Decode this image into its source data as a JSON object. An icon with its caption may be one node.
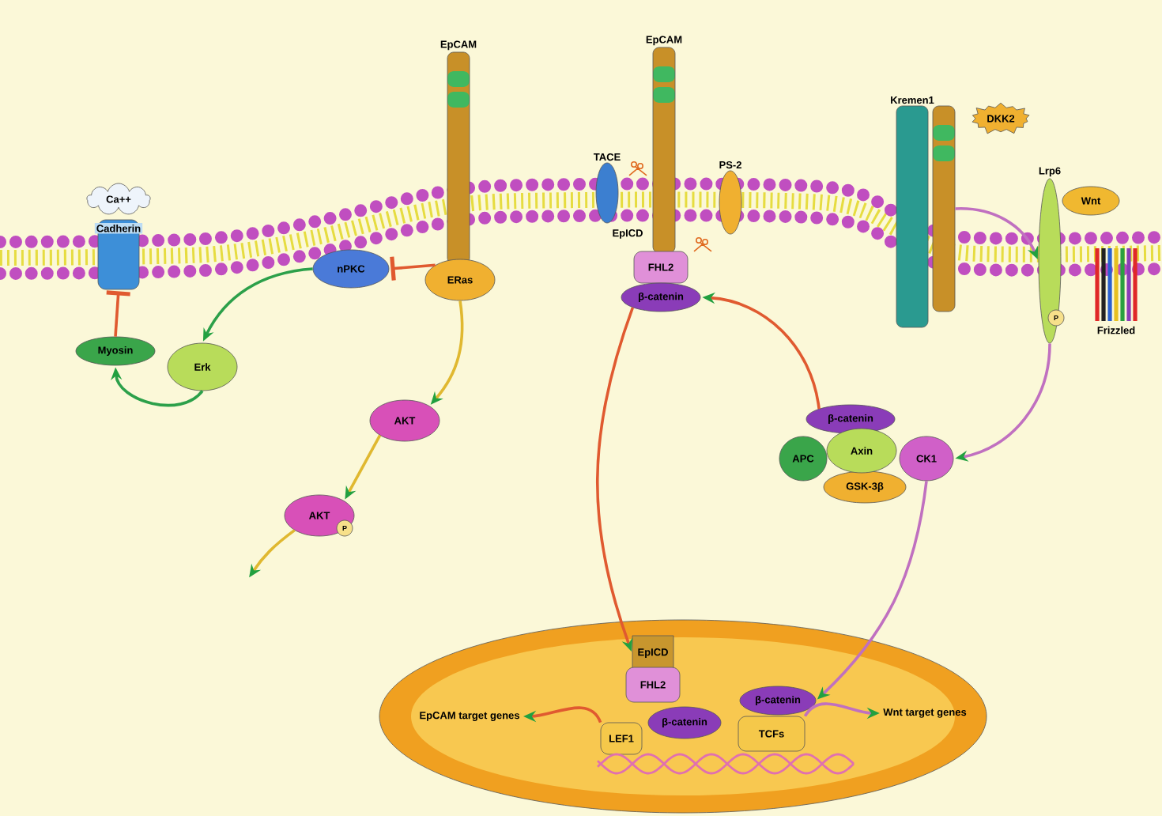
{
  "diagram": {
    "nodes": [
      {
        "text": [
          "Ca++"
        ]
      },
      {
        "text": [
          "Cadherin"
        ]
      },
      {
        "text": [
          "Myosin"
        ]
      },
      {
        "text": [
          "Erk"
        ]
      },
      {
        "text": [
          "nPKC"
        ]
      },
      {
        "text": [
          "EpCAM"
        ]
      },
      {
        "text": [
          "ERas"
        ]
      },
      {
        "text": [
          "AKT"
        ]
      },
      {
        "text": [
          "AKT"
        ]
      },
      {
        "text": [
          "P"
        ],
        "in": 8
      },
      {
        "text": [
          "TACE"
        ]
      },
      {
        "text": [
          "EpCAM"
        ]
      },
      {
        "text": [
          "PS-2"
        ]
      },
      {
        "text": [
          "FHL2"
        ]
      },
      {
        "text": [
          "β-catenin"
        ]
      },
      {
        "text": [
          "Kremen1"
        ]
      },
      {
        "text": [],
        "shape": "bar"
      },
      {
        "text": [
          "DKK2"
        ]
      },
      {
        "text": [
          "Lrp6"
        ]
      },
      {
        "text": [
          "Wnt"
        ]
      },
      {
        "text": [
          "Frizzled"
        ]
      },
      {
        "text": [
          "P"
        ]
      },
      {
        "text": [
          "β-catenin"
        ]
      },
      {
        "text": [
          "APC"
        ]
      },
      {
        "text": [
          "Axin"
        ]
      },
      {
        "text": [
          "CK1"
        ]
      },
      {
        "text": [
          "GSK-3β"
        ]
      },
      {
        "text": [],
        "shape": "ellipse"
      },
      {
        "text": [
          "EpICD"
        ],
        "in": 27
      },
      {
        "text": [
          "FHL2"
        ],
        "in": 27
      },
      {
        "text": [
          "β-catenin"
        ],
        "in": 27
      },
      {
        "text": [
          "LEF1"
        ],
        "in": 27
      },
      {
        "text": [
          "β-catenin"
        ],
        "in": 27
      },
      {
        "text": [
          "TCFs"
        ],
        "in": 27
      },
      {
        "text": [
          "EpCAM target genes"
        ],
        "in": 27
      },
      {
        "text": [
          "Wnt target genes"
        ],
        "in": 27
      }
    ],
    "edges": [
      {
        "from": 6,
        "to": 4,
        "arrow": "other"
      },
      {
        "from": 2,
        "to": 1,
        "arrow": "other"
      },
      {
        "from": 4,
        "to": 3,
        "arrow": "to",
        "color": "#2ca04a"
      },
      {
        "from": 3,
        "to": 2,
        "arrow": "to",
        "color": "#2ca04a"
      },
      {
        "from": 6,
        "to": 7,
        "arrow": "to",
        "color": "#e0b830"
      },
      {
        "from": 7,
        "to": 8,
        "arrow": "to",
        "color": "#e0b830"
      },
      {
        "from": 8,
        "to": null,
        "arrow": "to",
        "color": "#e0b830"
      },
      {
        "from": 14,
        "to": 28,
        "arrow": "to"
      },
      {
        "from": 22,
        "to": 14,
        "arrow": "to"
      },
      {
        "from": 16,
        "to": 18,
        "arrow": "to",
        "color": "#c070c0"
      },
      {
        "from": 18,
        "to": 25,
        "arrow": "to",
        "color": "#c070c0"
      },
      {
        "from": 25,
        "to": 32,
        "arrow": "to",
        "color": "#c070c0"
      },
      {
        "from": 31,
        "to": 34,
        "arrow": "to"
      },
      {
        "from": 33,
        "to": 35,
        "arrow": "to",
        "color": "#c070c0"
      }
    ],
    "labels": [
      "EpICD"
    ]
  }
}
